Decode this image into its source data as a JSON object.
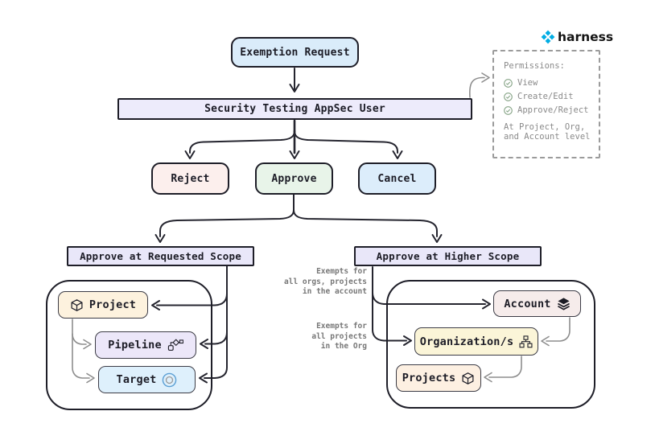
{
  "brand": {
    "name": "harness",
    "icon": "harness-pinwheel",
    "color": "#00ade4"
  },
  "flow": {
    "start": {
      "label": "Exemption Request"
    },
    "gate": {
      "label": "Security Testing AppSec User"
    },
    "decisions": [
      {
        "label": "Reject"
      },
      {
        "label": "Approve"
      },
      {
        "label": "Cancel"
      }
    ],
    "scopes": {
      "requested": {
        "label": "Approve at Requested Scope",
        "nodes": [
          {
            "label": "Project",
            "icon": "cube-icon"
          },
          {
            "label": "Pipeline",
            "icon": "pipeline-icon"
          },
          {
            "label": "Target",
            "icon": "target-icon"
          }
        ]
      },
      "higher": {
        "label": "Approve at Higher Scope",
        "nodes": [
          {
            "label": "Account",
            "icon": "layers-icon"
          },
          {
            "label": "Organization/s",
            "icon": "org-chart-icon"
          },
          {
            "label": "Projects",
            "icon": "cube-icon"
          }
        ]
      }
    }
  },
  "permissions": {
    "title": "Permissions:",
    "items": [
      "View",
      "Create/Edit",
      "Approve/Reject"
    ],
    "footer": "At Project, Org,\nand Account level"
  },
  "annotations": [
    "Exempts for\nall orgs, projects\nin the account",
    "Exempts for\nall projects\nin the Org"
  ],
  "colors": {
    "node_border": "#1e1e28",
    "start_bg": "#daecfa",
    "gate_bg": "#edebfb",
    "reject_bg": "#fcefed",
    "approve_bg": "#e8f4e9",
    "cancel_bg": "#dcedfb",
    "scope_bg": "#e9e7f9",
    "project_bg": "#fdf2de",
    "pipeline_bg": "#ece7f9",
    "target_bg": "#def0fc",
    "account_bg": "#f6eceb",
    "organization_bg": "#fbf5d8",
    "projects_bg": "#fdf0e2",
    "brand_blue": "#00ade4",
    "muted_text": "#8a8a8a",
    "check_green": "#86a486"
  }
}
